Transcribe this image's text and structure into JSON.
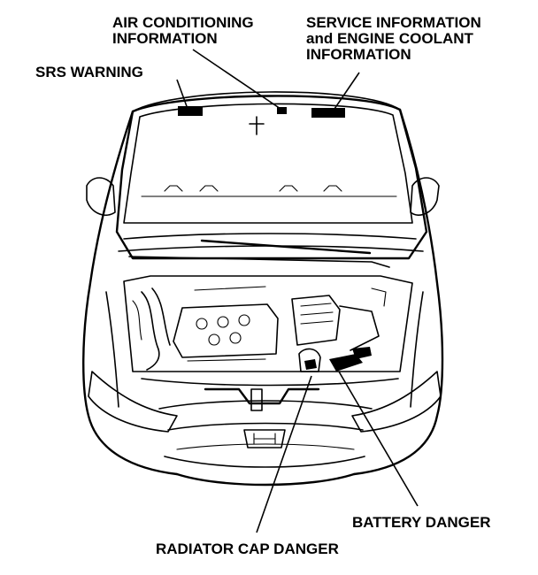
{
  "labels": {
    "air_conditioning": [
      "AIR CONDITIONING",
      "INFORMATION"
    ],
    "service_information": [
      "SERVICE INFORMATION",
      "and ENGINE COOLANT",
      "INFORMATION"
    ],
    "srs_warning": "SRS WARNING",
    "battery_danger": "BATTERY DANGER",
    "radiator_cap_danger": "RADIATOR CAP DANGER"
  },
  "icons": {
    "emblem": "honda-emblem-icon"
  }
}
